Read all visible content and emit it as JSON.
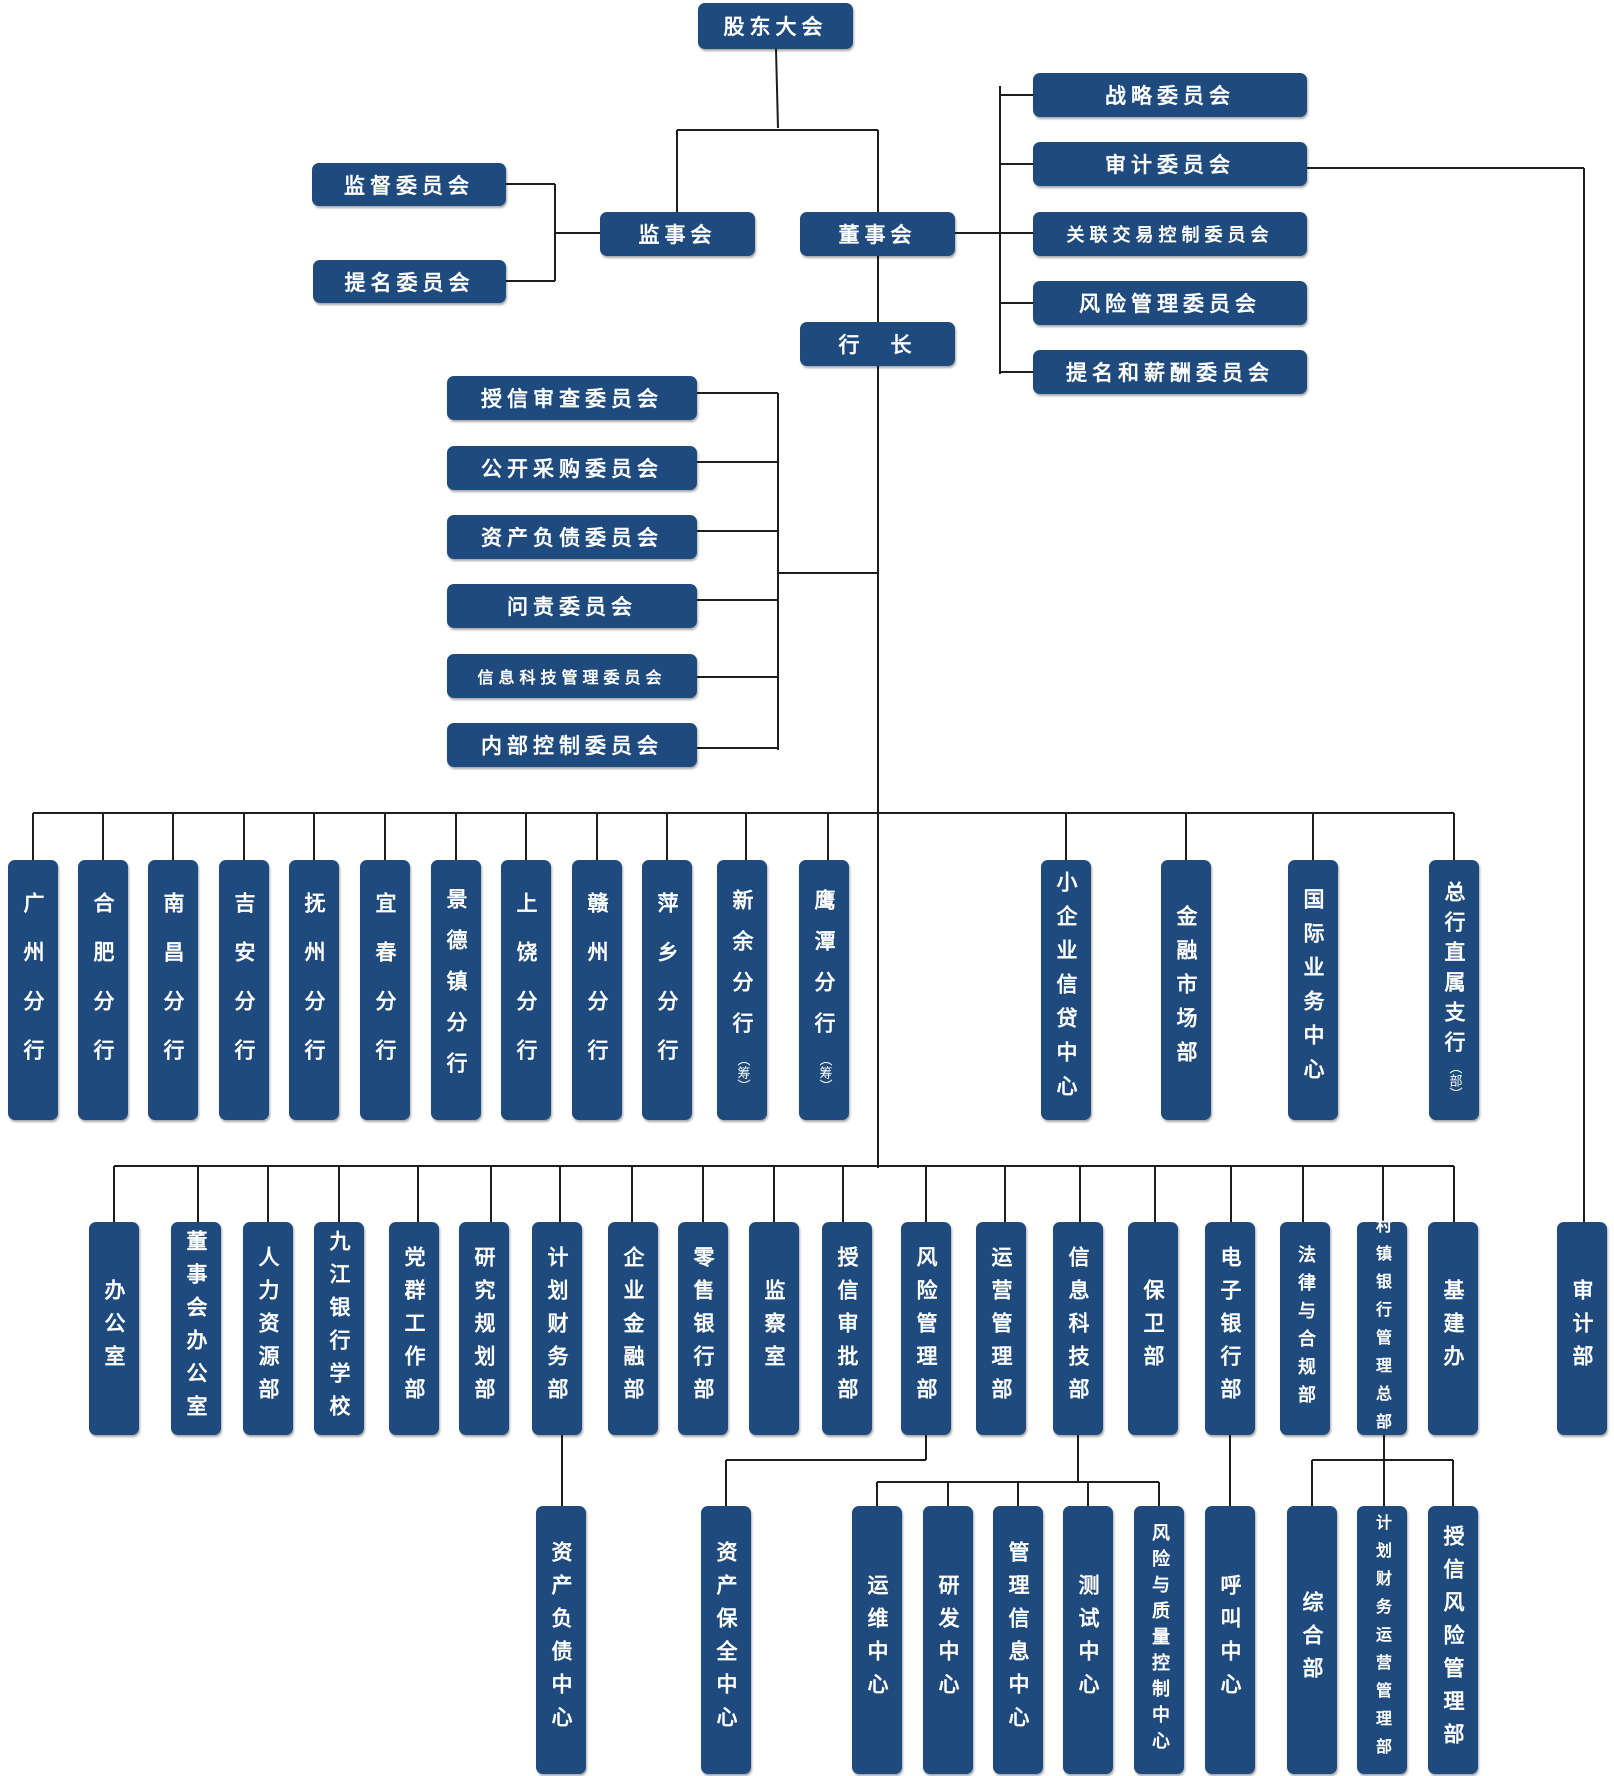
{
  "top": {
    "shareholders": "股东大会",
    "supervisory_board": "监事会",
    "board": "董事会",
    "president": "行　长",
    "audit_dept": "审计部"
  },
  "supervisory_committees": [
    "监督委员会",
    "提名委员会"
  ],
  "board_committees": [
    "战略委员会",
    "审计委员会",
    "关联交易控制委员会",
    "风险管理委员会",
    "提名和薪酬委员会"
  ],
  "management_committees": [
    "授信审查委员会",
    "公开采购委员会",
    "资产负债委员会",
    "问责委员会",
    "信息科技管理委员会",
    "内部控制委员会"
  ],
  "branches": [
    "广州分行",
    "合肥分行",
    "南昌分行",
    "吉安分行",
    "抚州分行",
    "宜春分行",
    "景德镇分行",
    "上饶分行",
    "赣州分行",
    "萍乡分行",
    "新余分行",
    "鹰潭分行"
  ],
  "branch_note": "（筹）",
  "centers": [
    "小企业信贷中心",
    "金融市场部",
    "国际业务中心",
    "总行直属支行"
  ],
  "center_note": "（部）",
  "departments": [
    "办公室",
    "董事会办公室",
    "人力资源部",
    "九江银行学校",
    "党群工作部",
    "研究规划部",
    "计划财务部",
    "企业金融部",
    "零售银行部",
    "监察室",
    "授信审批部",
    "风险管理部",
    "运营管理部",
    "信息科技部",
    "保卫部",
    "电子银行部",
    "法律与合规部",
    "村镇银行管理总部",
    "基建办"
  ],
  "sub_units": [
    "资产负债中心",
    "资产保全中心",
    "运维中心",
    "研发中心",
    "管理信息中心",
    "测试中心",
    "风险与质量控制中心",
    "呼叫中心",
    "综合部",
    "计划财务运营管理部",
    "授信风险管理部"
  ],
  "colors": {
    "box": "#1e4a7e",
    "text": "#ffffff",
    "line": "#1e1e1e"
  }
}
